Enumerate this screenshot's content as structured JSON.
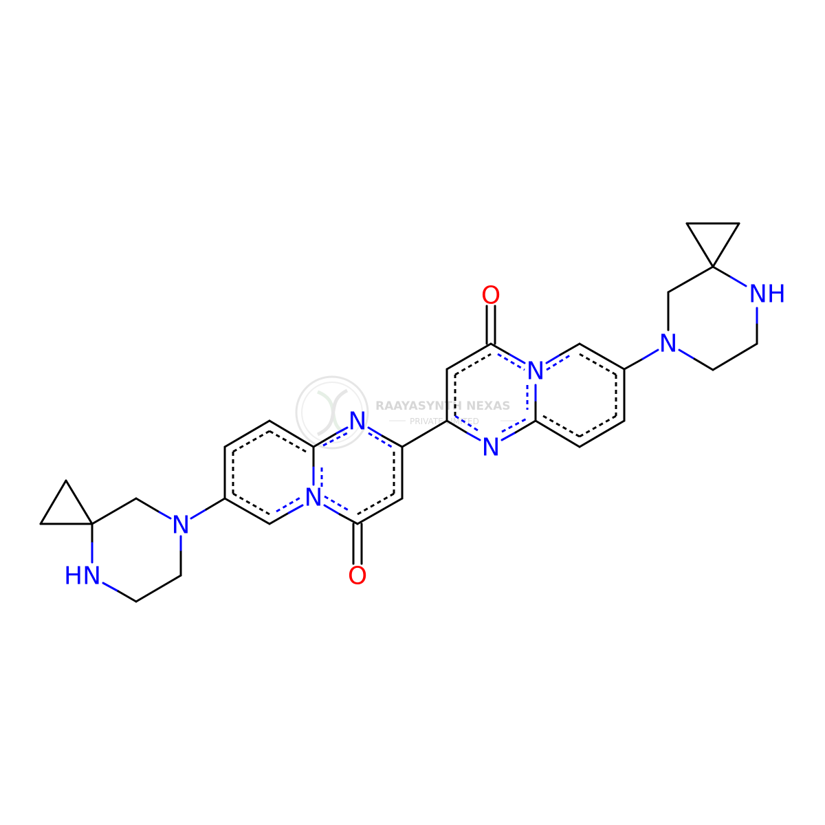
{
  "colors": {
    "background": "#FFFFFF",
    "carbon": "#000000",
    "nitrogen": "#0000FF",
    "oxygen": "#FF0000",
    "watermark": "#B8B8B8"
  },
  "watermark": {
    "company": "RAAYASYNTH NEXAS",
    "subtitle": "PRIVATE LIMITED",
    "logo_icon": "dna-leaf-logo"
  },
  "atoms": [
    {
      "id": "N1",
      "label": "N",
      "color": "nitrogen"
    },
    {
      "id": "N2",
      "label": "N",
      "color": "nitrogen"
    },
    {
      "id": "N3",
      "label": "N",
      "color": "nitrogen"
    },
    {
      "id": "N4",
      "label": "N",
      "color": "nitrogen"
    },
    {
      "id": "N5",
      "label": "N",
      "color": "nitrogen"
    },
    {
      "id": "N6",
      "label": "N",
      "color": "nitrogen"
    },
    {
      "id": "NH1",
      "label": "NH",
      "color": "nitrogen"
    },
    {
      "id": "HN1",
      "label": "HN",
      "color": "nitrogen"
    },
    {
      "id": "O1",
      "label": "O",
      "color": "oxygen"
    },
    {
      "id": "O2",
      "label": "O",
      "color": "oxygen"
    }
  ]
}
